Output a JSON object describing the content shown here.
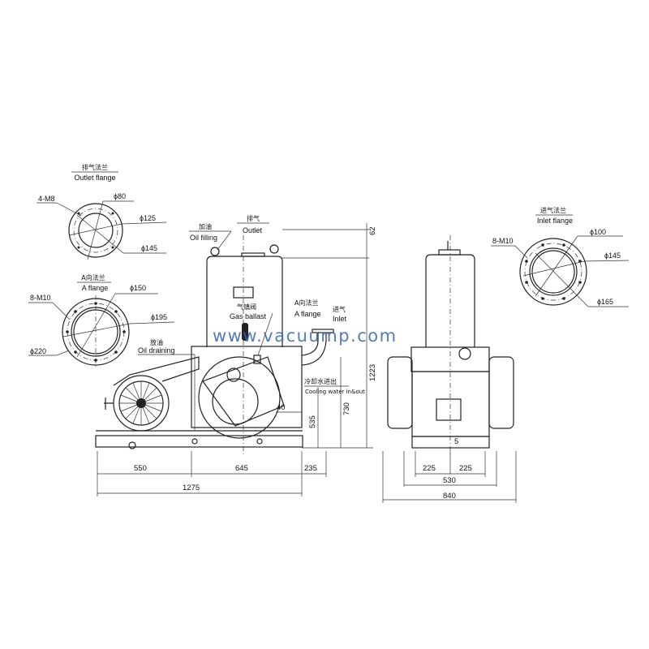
{
  "watermark": "www.vacuump.com",
  "outlet_flange": {
    "title_cn": "排气法兰",
    "title_en": "Outlet flange",
    "bolts": "4-M8",
    "d1": "ϕ80",
    "d2": "ϕ125",
    "d3": "ϕ145"
  },
  "a_flange": {
    "title_cn": "A向法兰",
    "title_en": "A flange",
    "bolts": "8-M10",
    "d1": "ϕ150",
    "d2": "ϕ195",
    "d3": "ϕ220"
  },
  "inlet_flange": {
    "title_cn": "进气法兰",
    "title_en": "Inlet flange",
    "bolts": "8-M10",
    "d1": "ϕ100",
    "d2": "ϕ145",
    "d3": "ϕ165"
  },
  "callouts": {
    "oil_filling_cn": "加油",
    "oil_filling_en": "Oil filling",
    "outlet_cn": "排气",
    "outlet_en": "Outlet",
    "gas_ballast_cn": "气镇阀",
    "gas_ballast_en": "Gas ballast",
    "a_flange_cn": "A向法兰",
    "a_flange_en": "A flange",
    "inlet_cn": "进气",
    "inlet_en": "Inlet",
    "oil_draining_cn": "放油",
    "oil_draining_en": "Oil draining",
    "cooling_cn": "冷却水进出",
    "cooling_en": "Cooling water in&out"
  },
  "dimensions": {
    "front": {
      "h62": "62",
      "h1223": "1223",
      "h730": "730",
      "h535": "535",
      "d40": "40",
      "w550": "550",
      "w645": "645",
      "w235": "235",
      "w1275": "1275"
    },
    "side": {
      "w225a": "225",
      "w225b": "225",
      "w530": "530",
      "w840": "840",
      "d5": "5"
    }
  }
}
